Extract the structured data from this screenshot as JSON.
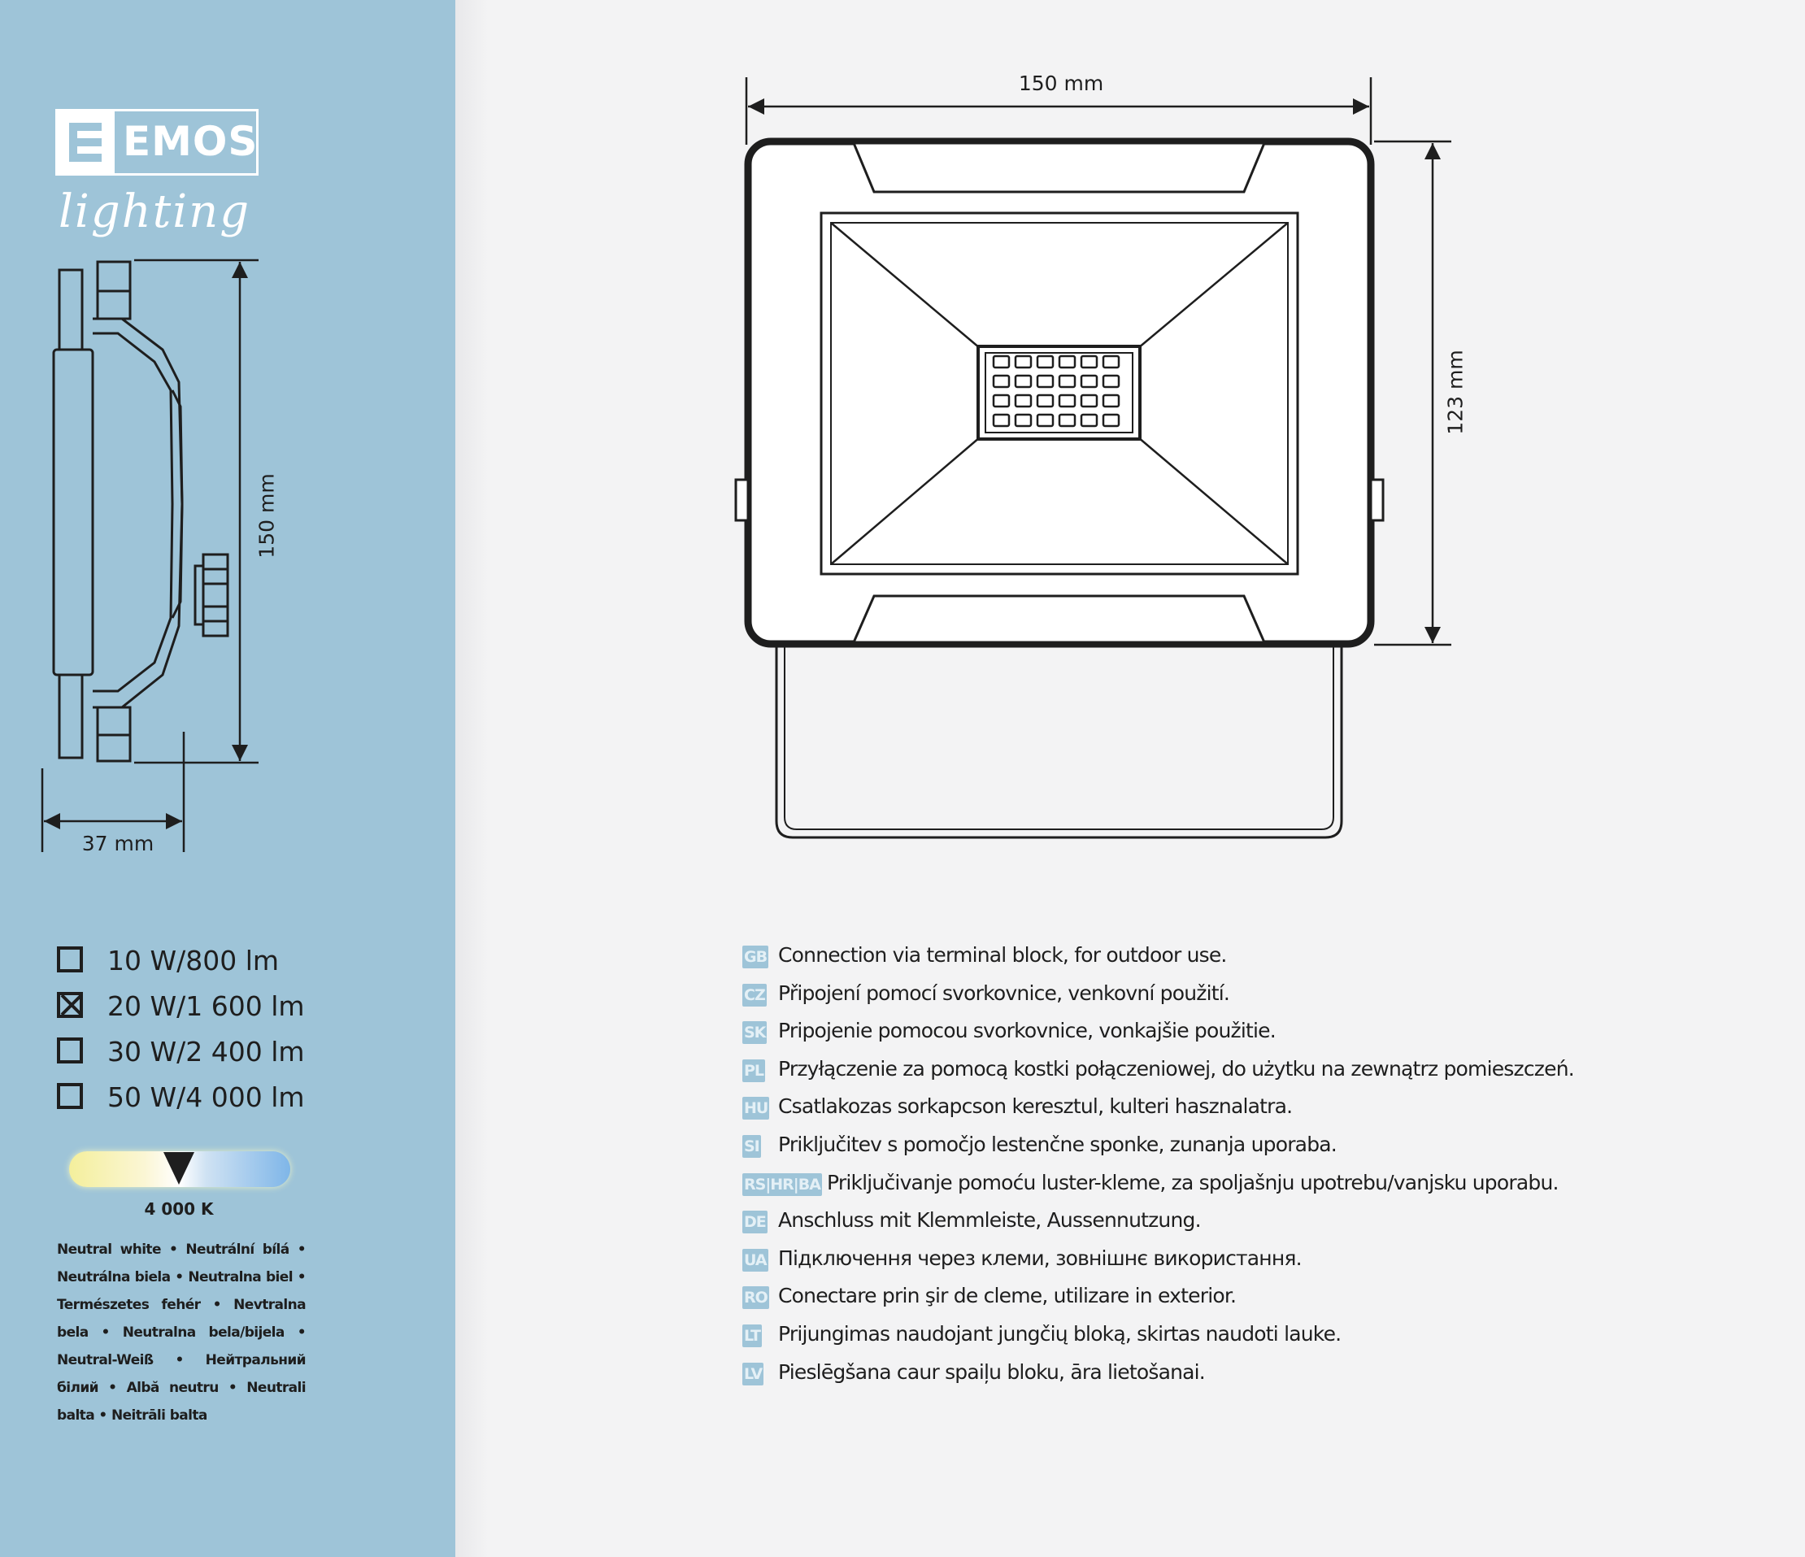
{
  "brand": {
    "name": "EMOS",
    "subtitle": "lighting"
  },
  "side_view": {
    "height_label": "150 mm",
    "depth_label": "37 mm"
  },
  "front_view": {
    "width_label": "150 mm",
    "height_label": "123 mm"
  },
  "options": [
    {
      "label": "10 W/800 lm",
      "checked": false
    },
    {
      "label": "20 W/1 600 lm",
      "checked": true
    },
    {
      "label": "30 W/2 400 lm",
      "checked": false
    },
    {
      "label": "50 W/4 000 lm",
      "checked": false
    }
  ],
  "color_temperature": {
    "value_label": "4 000 K",
    "description": "Neutral white • Neutrální bílá • Neutrálna biela • Neutralna biel • Természetes fehér • Nevtralna bela • Neutralna bela/bijela • Neutral-Weiß • Нейтральний білий • Albă neutru • Neutrali balta • Neitrāli balta"
  },
  "languages": [
    {
      "code": "GB",
      "text": "Connection via terminal block, for outdoor use."
    },
    {
      "code": "CZ",
      "text": "Připojení pomocí svorkovnice, venkovní použití."
    },
    {
      "code": "SK",
      "text": "Pripojenie pomocou svorkovnice, vonkajšie použitie."
    },
    {
      "code": "PL",
      "text": "Przyłączenie za pomocą kostki połączeniowej, do użytku na zewnątrz pomieszczeń."
    },
    {
      "code": "HU",
      "text": "Csatlakozas sorkapcson keresztul, kulteri hasznalatra."
    },
    {
      "code": "SI",
      "text": "Priključitev s pomočjo lestenčne sponke, zunanja uporaba."
    },
    {
      "code": "RS|HR|BA",
      "text": "Priključivanje pomoću luster-kleme, za spoljašnju upotrebu/vanjsku uporabu."
    },
    {
      "code": "DE",
      "text": "Anschluss mit Klemmleiste, Aussennutzung."
    },
    {
      "code": "UA",
      "text": "Підключення через клеми, зовнішнє використання."
    },
    {
      "code": "RO",
      "text": "Conectare prin şir de cleme, utilizare in exterior."
    },
    {
      "code": "LT",
      "text": "Prijungimas naudojant jungčių bloką, skirtas naudoti lauke."
    },
    {
      "code": "LV",
      "text": "Pieslēgšana caur spaiļu bloku, āra lietošanai."
    }
  ]
}
